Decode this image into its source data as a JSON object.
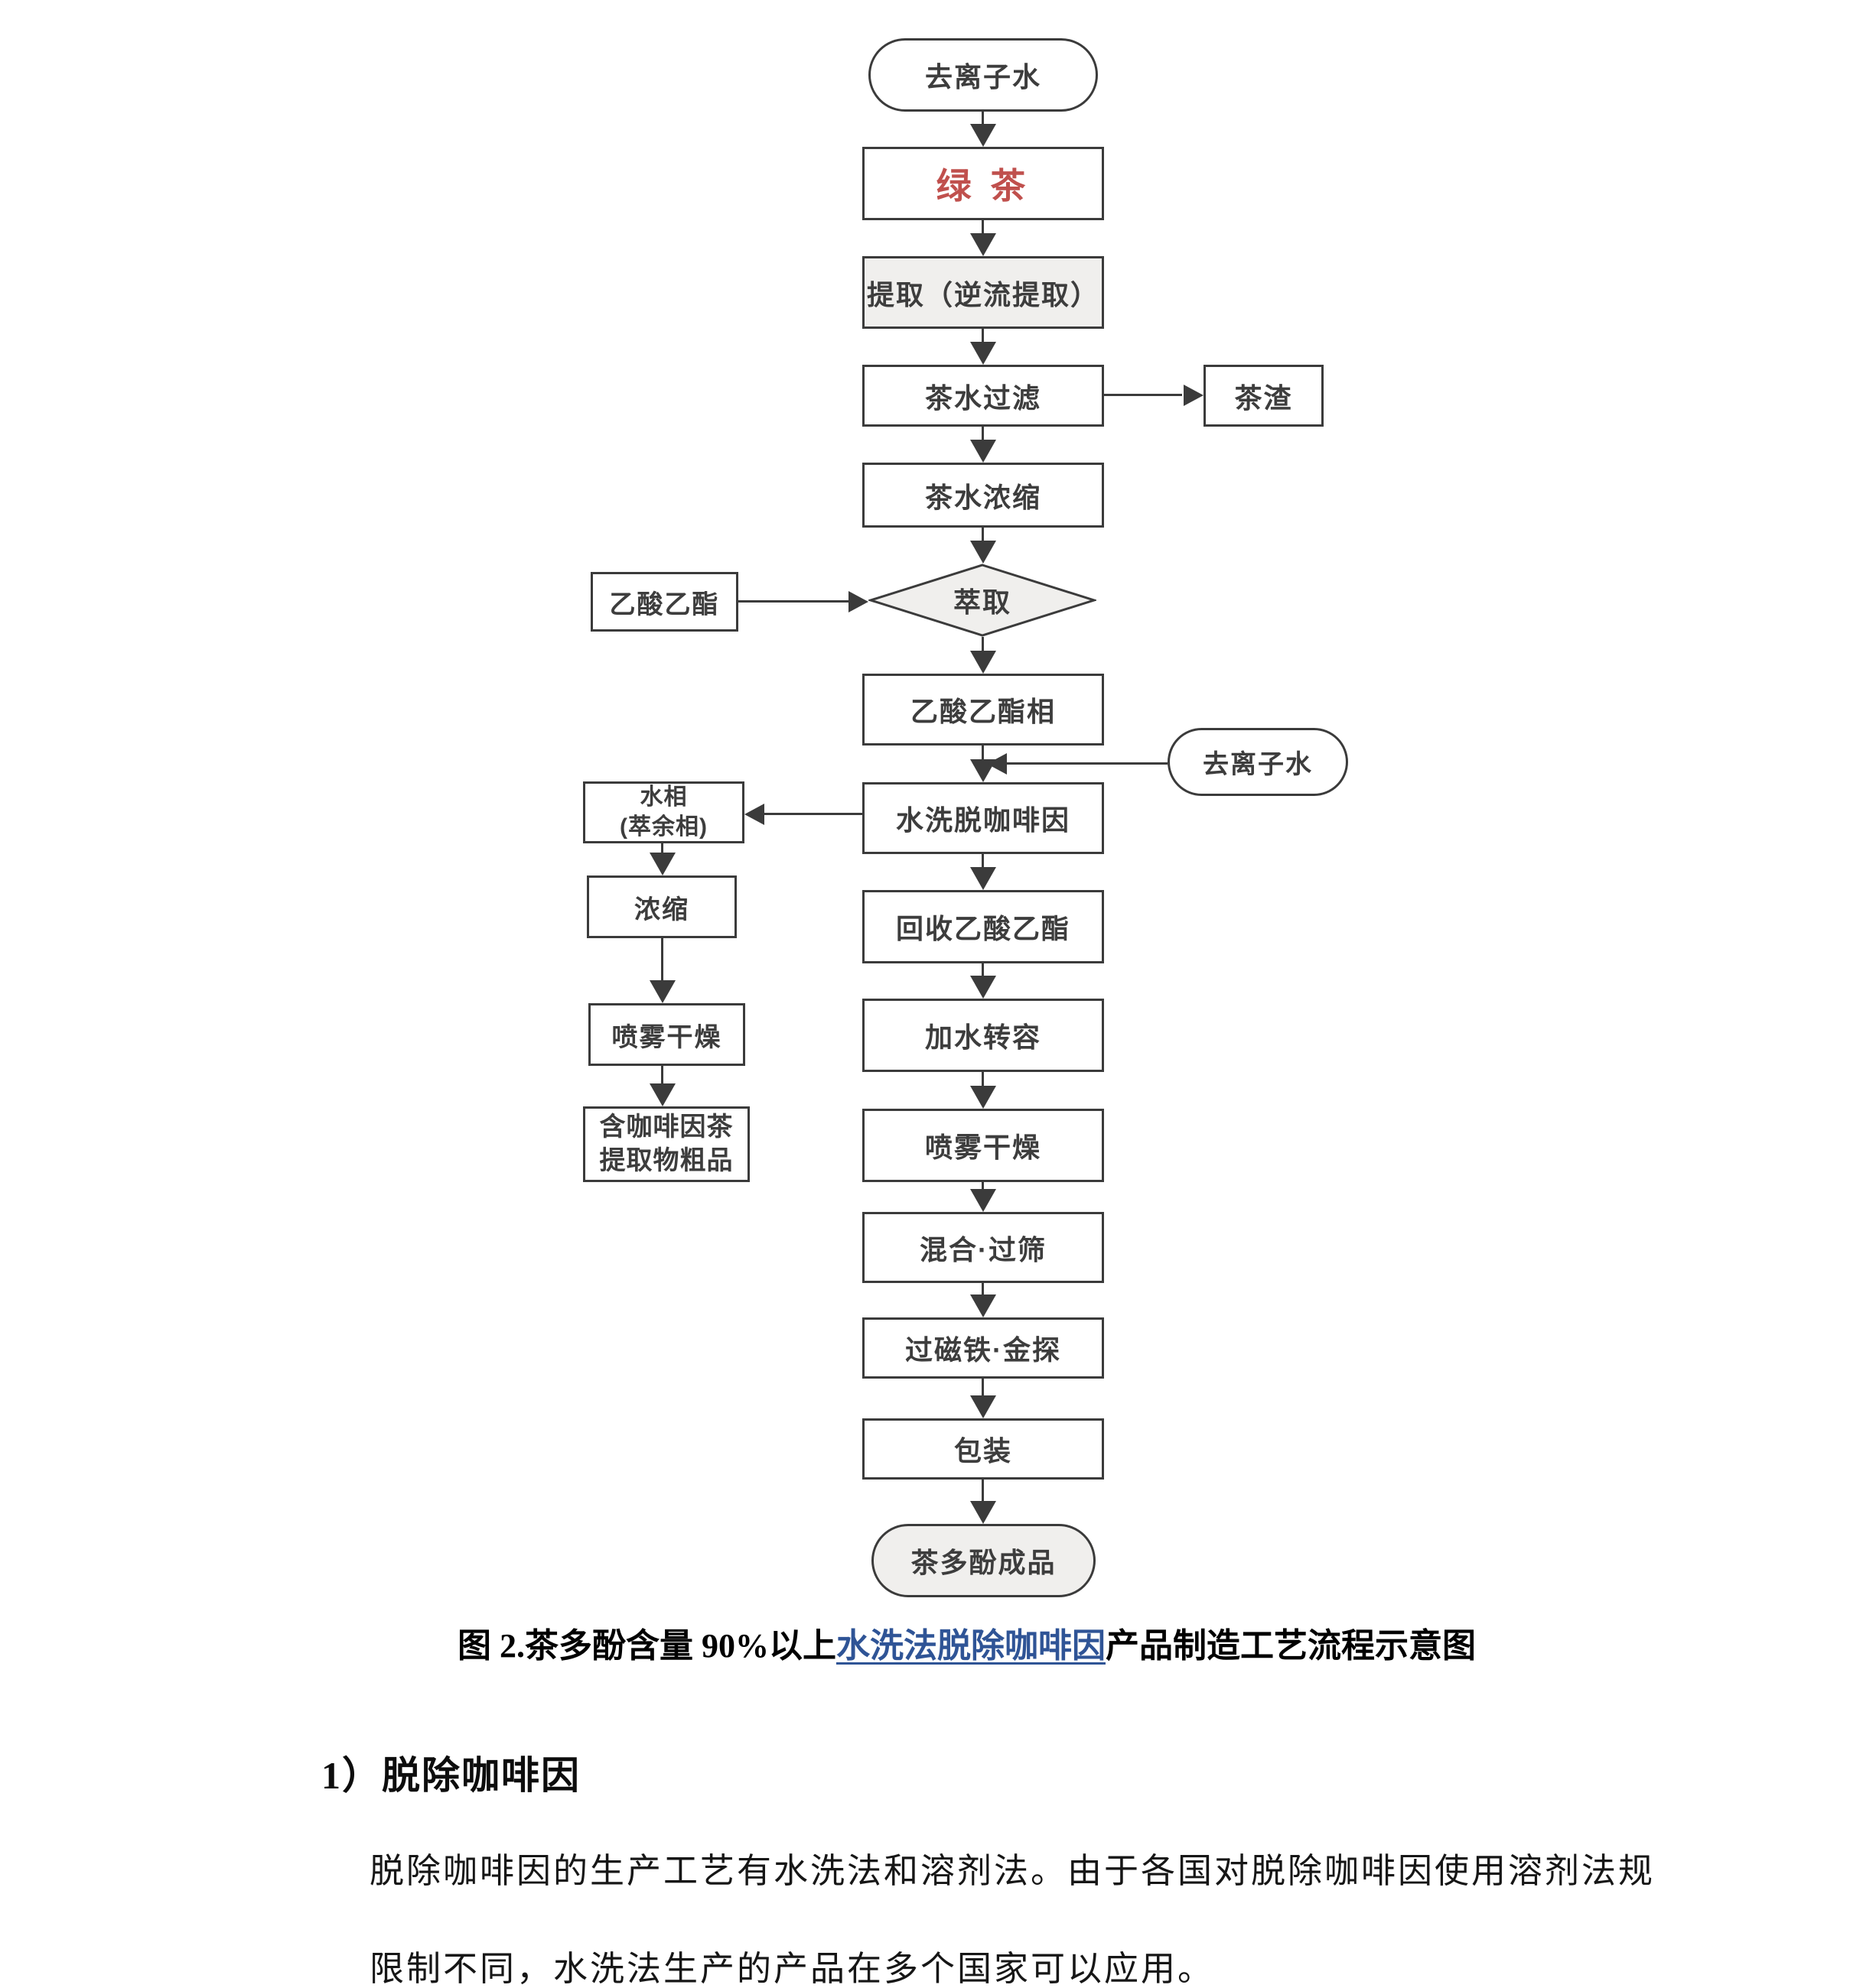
{
  "colors": {
    "box-border": "#3b3b3b",
    "box-fill-gray": "#f0efed",
    "node-text": "#3d3d3d",
    "green-tea-red": "#c0504d",
    "link-blue": "#2f5496",
    "body-text": "#161616"
  },
  "flowchart": {
    "nodes": {
      "deionized_water_top": "去离子水",
      "green_tea": "绿 茶",
      "extraction": "提取（逆流提取）",
      "tea_water_filter": "茶水过滤",
      "tea_dregs": "茶渣",
      "tea_water_concentrate": "茶水浓缩",
      "solvent_extract": "萃取",
      "ethyl_acetate": "乙酸乙酯",
      "ethyl_acetate_phase": "乙酸乙酯相",
      "deionized_water_right": "去离子水",
      "water_wash_decaffeinate": "水洗脱咖啡因",
      "water_phase": {
        "line1": "水相",
        "line2": "(萃余相)"
      },
      "concentrate": "浓缩",
      "spray_dry_left": "喷雾干燥",
      "caffeine_crude": {
        "line1": "含咖啡因茶",
        "line2": "提取物粗品"
      },
      "recover_ethyl_acetate": "回收乙酸乙酯",
      "add_water_transfer": "加水转容",
      "spray_dry_main": "喷雾干燥",
      "mix_sieve": "混合·过筛",
      "magnet_metal_detect": "过磁铁·金探",
      "packaging": "包装",
      "tea_polyphenol_product": "茶多酚成品"
    }
  },
  "caption": {
    "prefix": "图 2.茶多酚含量 90%以上",
    "link": "水洗法脱除咖啡因",
    "suffix": "产品制造工艺流程示意图"
  },
  "section": {
    "heading": "1）脱除咖啡因",
    "para_line1": "脱除咖啡因的生产工艺有水洗法和溶剂法。由于各国对脱除咖啡因使用溶剂法规",
    "para_line2": "限制不同，水洗法生产的产品在多个国家可以应用。"
  }
}
